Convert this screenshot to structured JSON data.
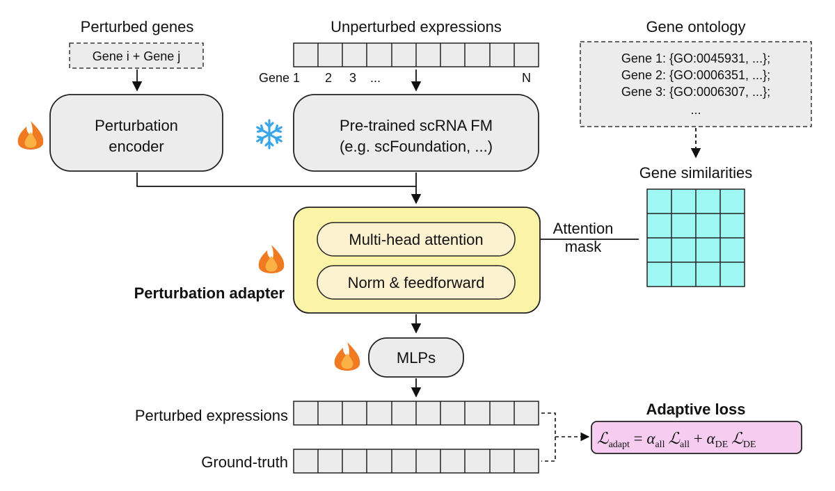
{
  "perturbed_genes": {
    "title": "Perturbed genes",
    "input": "Gene i + Gene j"
  },
  "unperturbed": {
    "title": "Unperturbed expressions",
    "gene_labels": [
      "Gene 1",
      "2",
      "3",
      "...",
      "N"
    ]
  },
  "gene_ontology": {
    "title": "Gene ontology",
    "lines": [
      "Gene 1: {GO:0045931, ...};",
      "Gene 2: {GO:0006351, ...};",
      "Gene 3: {GO:0006307, ...};",
      "..."
    ]
  },
  "encoder": {
    "line1": "Perturbation",
    "line2": "encoder"
  },
  "foundation_model": {
    "line1": "Pre-trained scRNA FM",
    "line2": "(e.g. scFoundation, ...)"
  },
  "similarities": {
    "title": "Gene similarities"
  },
  "attention_mask": {
    "line1": "Attention",
    "line2": "mask"
  },
  "adapter": {
    "title": "Perturbation adapter",
    "layer1": "Multi-head attention",
    "layer2": "Norm & feedforward"
  },
  "mlps": {
    "label": "MLPs"
  },
  "perturbed_expressions": {
    "label": "Perturbed expressions"
  },
  "ground_truth": {
    "label": "Ground-truth"
  },
  "loss": {
    "title": "Adaptive loss",
    "L": "ℒ",
    "adapt": "adapt",
    "eq": " = ",
    "alpha": "α",
    "all": "all",
    "plus": " + ",
    "DE": "DE"
  },
  "colors": {
    "box_fill": "#ececec",
    "adapter_fill": "#fbf3a8",
    "adapter_border": "#222222",
    "layer_fill": "#fcf2cf",
    "heatmap_fill": "#9ff8f4",
    "loss_fill": "#f6cdf0",
    "flame": "#f07a22",
    "snowflake": "#3aa6e8"
  },
  "icons": {
    "trainable": "flame-icon",
    "frozen": "snowflake-icon"
  }
}
